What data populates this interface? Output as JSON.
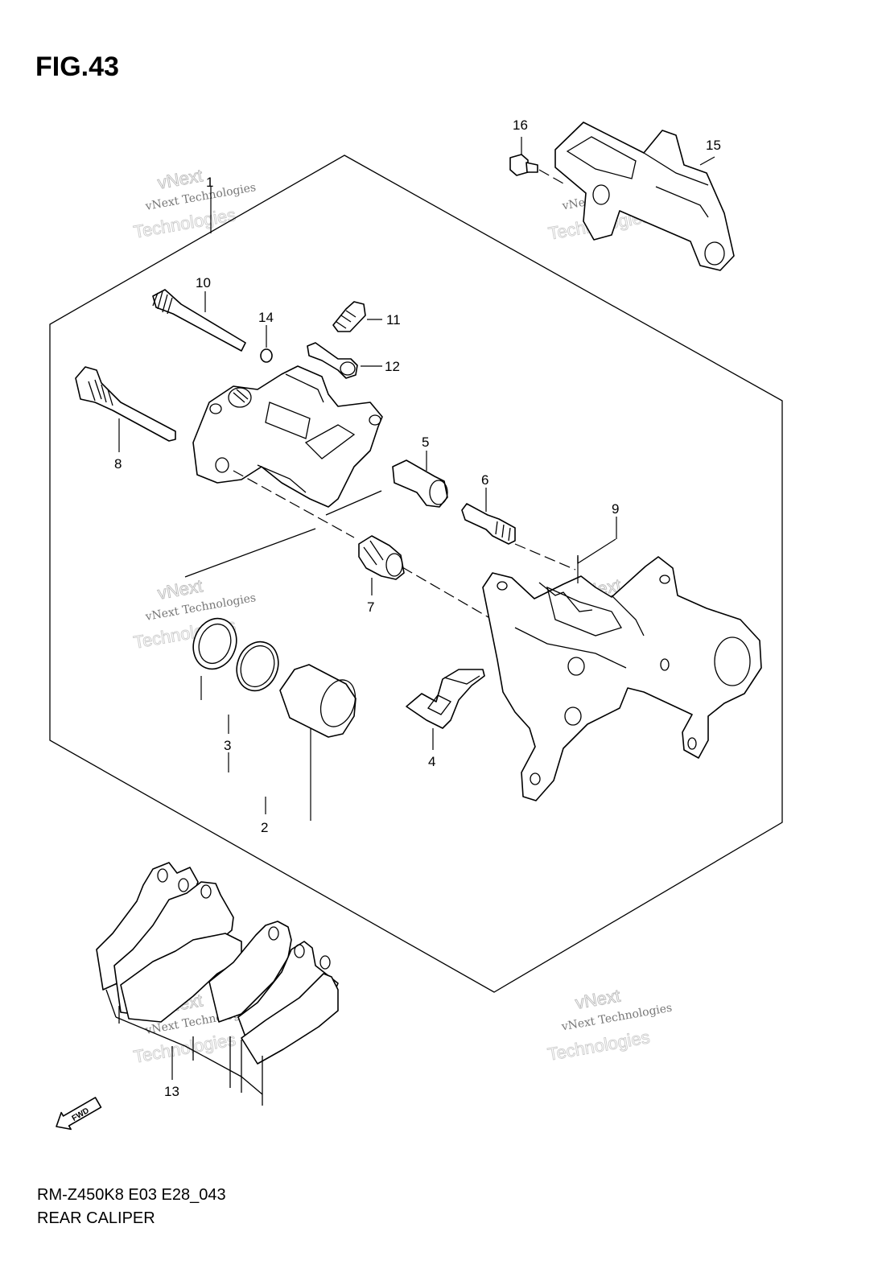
{
  "figure": {
    "title": "FIG.43"
  },
  "footer": {
    "code": "RM-Z450K8 E03 E28_043",
    "name": "REAR CALIPER"
  },
  "fwd_arrow": {
    "label": "FWD"
  },
  "watermark": {
    "line1": "vNext Technologies",
    "line2": "vNext",
    "line3": "Technologies"
  },
  "callouts": {
    "c1": "1",
    "c2": "2",
    "c3": "3",
    "c4": "4",
    "c5": "5",
    "c6": "6",
    "c7": "7",
    "c8": "8",
    "c9": "9",
    "c10": "10",
    "c11": "11",
    "c12": "12",
    "c13": "13",
    "c14": "14",
    "c15": "15",
    "c16": "16"
  }
}
